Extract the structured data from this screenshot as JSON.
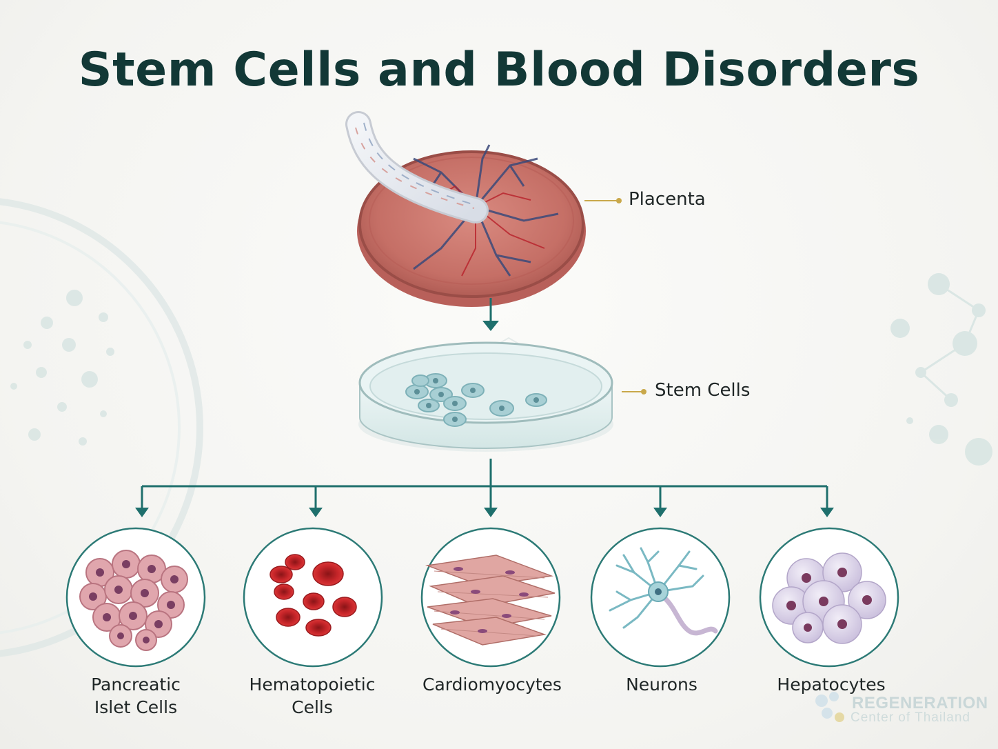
{
  "title": "Stem Cells and Blood Disorders",
  "labels": {
    "placenta": "Placenta",
    "stem_cells": "Stem Cells"
  },
  "cell_types": [
    {
      "line1": "Pancreatic",
      "line2": "Islet Cells"
    },
    {
      "line1": "Hematopoietic",
      "line2": "Cells"
    },
    {
      "line1": "Cardiomyocytes",
      "line2": ""
    },
    {
      "line1": "Neurons",
      "line2": ""
    },
    {
      "line1": "Hepatocytes",
      "line2": ""
    }
  ],
  "watermark": {
    "name": "REGENERATION",
    "sub": "Center of Thailand"
  },
  "colors": {
    "accent": "#1e6f6c",
    "leader_dot": "#c9a84a",
    "placenta": "#c9736a",
    "blood_cell": "#c8262a",
    "islet_cell": "#dda2a9",
    "hepatocyte": "#d9d1e6"
  }
}
